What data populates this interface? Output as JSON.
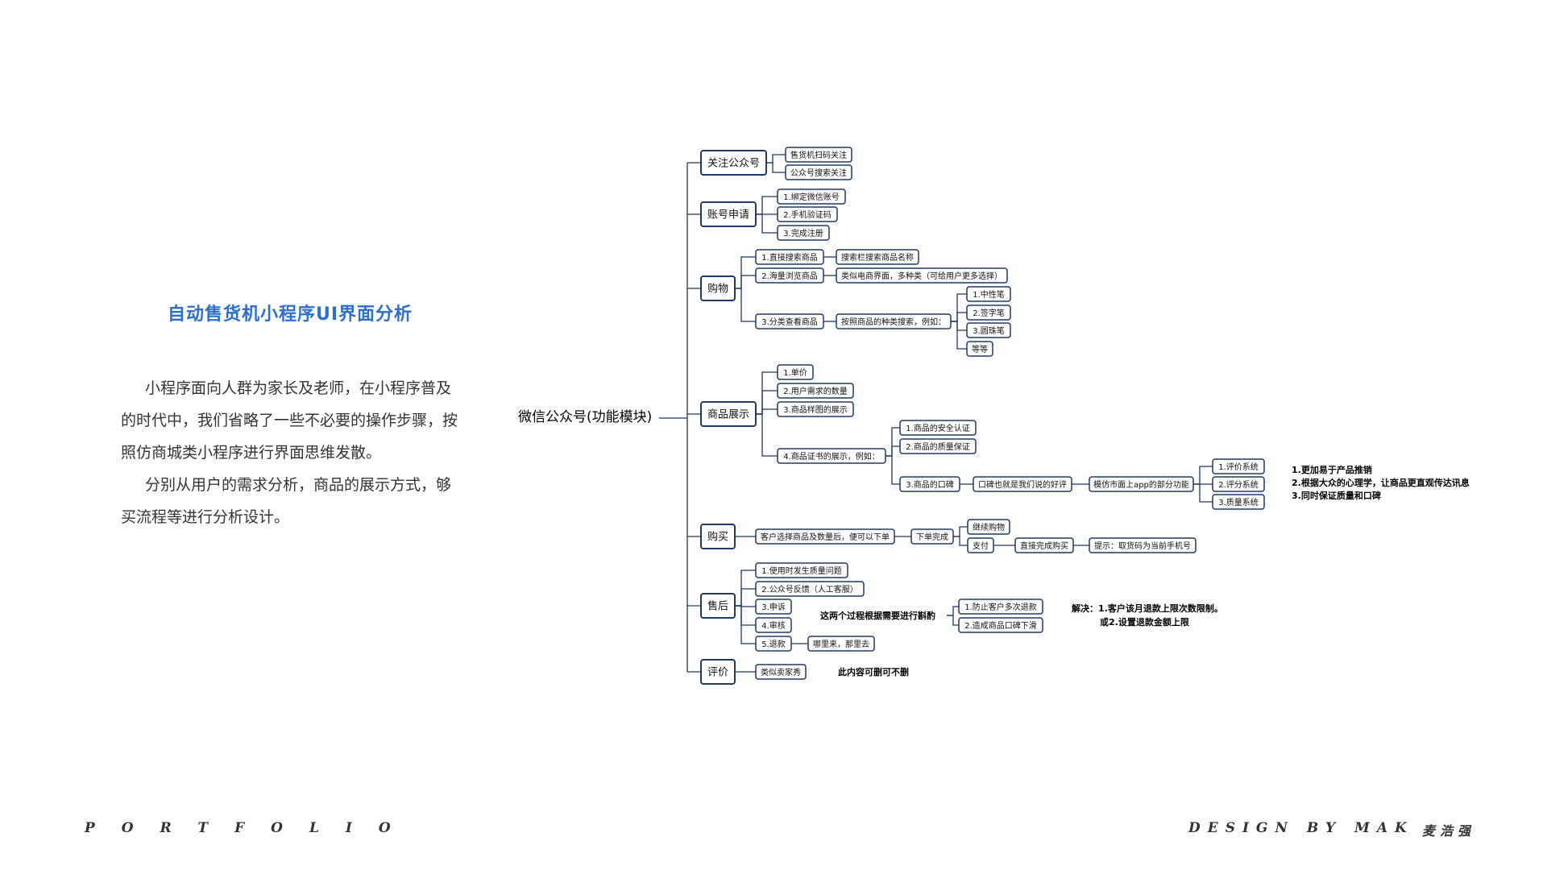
{
  "left": {
    "title": "自动售货机小程序UI界面分析",
    "para1": "小程序面向人群为家长及老师，在小程序普及的时代中，我们省略了一些不必要的操作步骤，按照仿商城类小程序进行界面思维发散。",
    "para2": "分别从用户的需求分析，商品的展示方式，够买流程等进行分析设计。"
  },
  "footer": {
    "portfolio": "PORTFOLIO",
    "design": "DESIGN BY MAK",
    "signature": "麦浩强"
  },
  "mindmap": {
    "root": "微信公众号(功能模块)",
    "branches": [
      {
        "label": "关注公众号",
        "children": [
          "售货机扫码关注",
          "公众号搜索关注"
        ]
      },
      {
        "label": "账号申请",
        "children": [
          "1.绑定微信账号",
          "2.手机验证码",
          "3.完成注册"
        ]
      },
      {
        "label": "购物",
        "children": [
          "1.直接搜索商品",
          "2.海量浏览商品",
          "3.分类查看商品"
        ],
        "sub": [
          "搜索栏搜索商品名称",
          "类似电商界面，多种类（可给用户更多选择）",
          "按照商品的种类搜索，例如：",
          "1.中性笔",
          "2.签字笔",
          "3.圆珠笔",
          "等等"
        ]
      },
      {
        "label": "商品展示",
        "children": [
          "1.单价",
          "2.用户需求的数量",
          "3.商品样图的展示",
          "4.商品证书的展示，例如："
        ],
        "sub": [
          "1.商品的安全认证",
          "2.商品的质量保证",
          "3.商品的口碑",
          "口碑也就是我们说的好评",
          "模仿市面上app的部分功能",
          "1.评价系统",
          "2.评分系统",
          "3.质量系统"
        ]
      },
      {
        "label": "购买",
        "children": [
          "客户选择商品及数量后，便可以下单",
          "下单完成"
        ],
        "sub": [
          "继续购物",
          "支付",
          "直接完成购买",
          "提示：取货码为当前手机号"
        ]
      },
      {
        "label": "售后",
        "children": [
          "1.使用时发生质量问题",
          "2.公众号反馈（人工客服）",
          "3.申诉",
          "4.审核",
          "5.退款"
        ],
        "sub": [
          "哪里来，那里去",
          "1.防止客户多次退款",
          "2.造成商品口碑下滑"
        ]
      },
      {
        "label": "评价",
        "children": [
          "类似卖家秀"
        ]
      }
    ],
    "notes": {
      "benefits": [
        "1.更加易于产品推销",
        "2.根据大众的心理学，让商品更直观传达讯息",
        "3.同时保证质量和口碑"
      ],
      "process": "这两个过程根据需要进行斟酌",
      "solution": [
        "解决：1.客户该月退款上限次数限制。",
        "或2.设置退款金额上限"
      ],
      "review": "此内容可删可不删"
    }
  }
}
